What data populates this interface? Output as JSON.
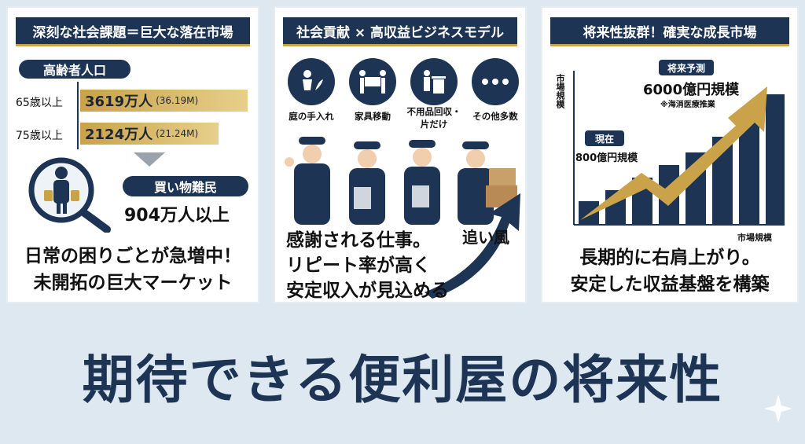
{
  "panel1": {
    "header": "深刻な社会課題＝巨大な落在市場",
    "pill": "高齢者人口",
    "rows": [
      {
        "label": "65歳以上",
        "value": "3619万人",
        "sub": "(36.19M)"
      },
      {
        "label": "75歳以上",
        "value": "2124万人",
        "sub": "(21.24M)"
      }
    ],
    "shopper_pill": "買い物難民",
    "shopper_count": "904万人以上",
    "headline_1": "日常の困りごとが急増中！",
    "headline_2": "未開拓の巨大マーケット"
  },
  "panel2": {
    "header": "社会貢献 × 高収益ビジネスモデル",
    "services": [
      {
        "label": "庭の手入れ",
        "icon": "gardening-icon"
      },
      {
        "label": "家具移動",
        "icon": "furniture-moving-icon"
      },
      {
        "label": "不用品回収・\n片だけ",
        "icon": "junk-removal-icon"
      },
      {
        "label": "その他多数",
        "icon": "more-dots-icon"
      }
    ],
    "tailwind": "追い風",
    "text_1": "感謝される仕事。",
    "text_2": "リピート率が高く",
    "text_3": "安定収入が見込める"
  },
  "panel3": {
    "header": "将来性抜群！確実な成長市場",
    "y_label": "市場規模",
    "x_label": "市場規模",
    "forecast_pill": "将来予測",
    "forecast_value": "6000億円規模",
    "forecast_note": "※海消医療推業",
    "current_pill": "現在",
    "current_value": "800億円規模",
    "text_1": "長期的に右肩上がり。",
    "text_2": "安定した収益基盤を構築"
  },
  "title": "期待できる便利屋の将来性",
  "colors": {
    "navy": "#1e3455",
    "gold": "#c9a24a",
    "background": "#dde8f0"
  }
}
